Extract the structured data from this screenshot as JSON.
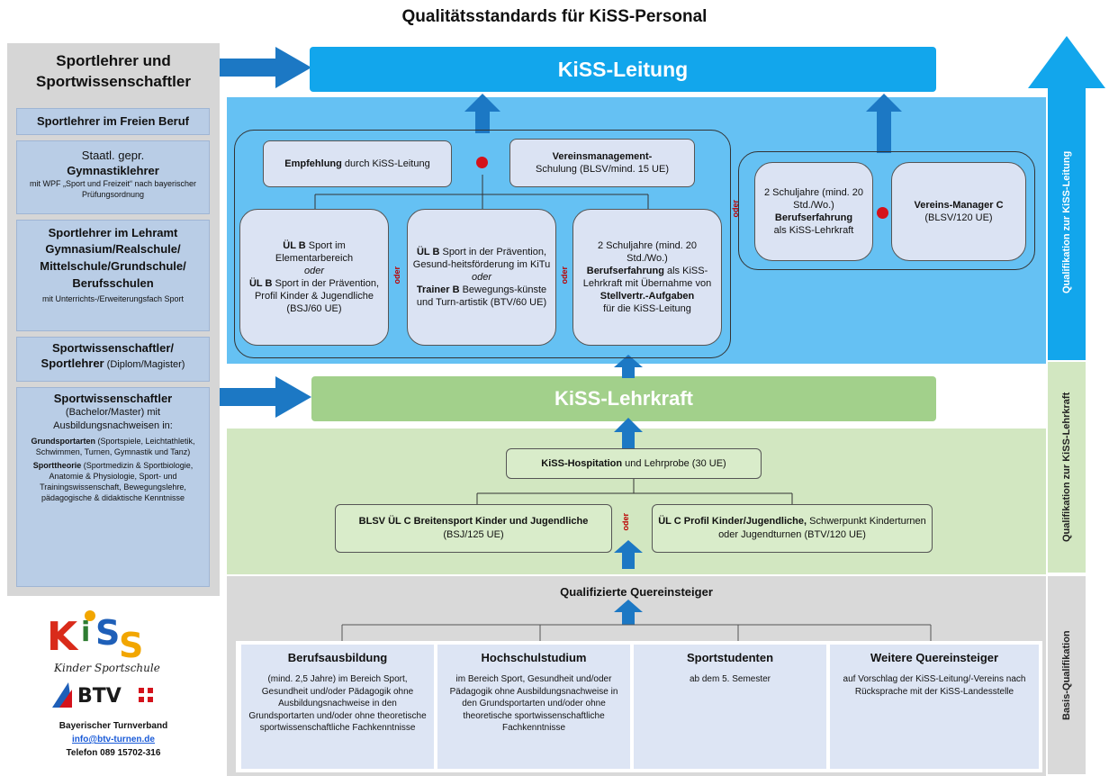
{
  "title": "Qualitätsstandards für KiSS-Personal",
  "left": {
    "heading": "Sportlehrer und Sportwissenschaftler",
    "box1": "Sportlehrer im Freien Beruf",
    "box2": {
      "l1": "Staatl. gepr.",
      "l2": "Gymnastiklehrer",
      "l3": "mit WPF „Sport und Freizeit“ nach bayerischer Prüfungsordnung"
    },
    "box3": {
      "l1": "Sportlehrer im Lehramt",
      "l2": "Gymnasium/Realschule/ Mittelschule/Grundschule/ Berufsschulen",
      "l3": "mit Unterrichts-/Erweiterungsfach Sport"
    },
    "box4": {
      "l1": "Sportwissenschaftler/",
      "l2": "Sportlehrer",
      "l3": "(Diplom/Magister)"
    },
    "box5": {
      "l1": "Sportwissenschaftler",
      "l2": "(Bachelor/Master) mit Ausbildungsnachweisen in:",
      "l3a": "Grundsportarten",
      "l3b": "(Sportspiele, Leichtathletik, Schwimmen, Turnen, Gymnastik und Tanz)",
      "l4a": "Sporttheorie",
      "l4b": "(Sportmedizin & Sportbiologie, Anatomie & Physiologie, Sport- und Trainingswissenschaft, Bewegungslehre, pädagogische & didaktische Kenntnisse"
    }
  },
  "leitung": {
    "bar": "KiSS-Leitung",
    "empfehlung_b": "Empfehlung",
    "empfehlung_r": " durch KiSS-Leitung",
    "verein_b": "Vereinsmanagement-",
    "verein_r": "Schulung (BLSV/mind. 15 UE)",
    "c1": {
      "a": "ÜL B",
      "b": " Sport im Elementarbereich",
      "c": "oder",
      "d": "ÜL B",
      "e": " Sport in der Prävention, Profil Kinder & Jugendliche",
      "f": "(BSJ/60 UE)"
    },
    "c2": {
      "a": "ÜL B",
      "b": " Sport in der Prävention, Gesund-heitsförderung im KiTu",
      "c": "oder",
      "d": "Trainer B",
      "e": " Bewegungs-künste und Turn-artistik (BTV/60 UE)"
    },
    "c3": {
      "a": "2 Schuljahre (mind. 20 Std./Wo.)",
      "b": "Berufserfahrung",
      "c": " als KiSS-Lehrkraft mit Übernahme von",
      "d": "Stellvertr.-Aufgaben",
      "e": "für die KiSS-Leitung"
    },
    "r1": {
      "a": "2 Schuljahre (mind. 20 Std./Wo.)",
      "b": "Berufserfahrung",
      "c": "als KiSS-Lehrkraft"
    },
    "r2": {
      "a": "Vereins-Manager C",
      "b": "(BLSV/120 UE)"
    },
    "oder": "oder"
  },
  "lehrkraft": {
    "bar": "KiSS-Lehrkraft",
    "hosp_b": "KiSS-Hospitation",
    "hosp_r": " und Lehrprobe (30 UE)",
    "g1": {
      "a": "BLSV ÜL C Breitensport Kinder und Jugendliche",
      "b": "(BSJ/125 UE)"
    },
    "g2": {
      "a": "ÜL C Profil Kinder/Jugendliche,",
      "b": " Schwerpunkt Kinderturnen oder Jugendturnen (BTV/120 UE)"
    },
    "oder": "oder"
  },
  "basis": {
    "title": "Qualifizierte Quereinsteiger",
    "cols": [
      {
        "t": "Berufsausbildung",
        "d": "(mind. 2,5 Jahre) im Bereich Sport, Gesundheit und/oder Pädagogik ohne Ausbildungsnachweise in den Grundsportarten und/oder ohne theoretische sportwissenschaftliche Fachkenntnisse"
      },
      {
        "t": "Hochschulstudium",
        "d": "im Bereich Sport, Gesundheit und/oder Pädagogik ohne Ausbildungsnachweise in den Grundsportarten und/oder ohne theoretische sportwissenschaftliche Fachkenntnisse"
      },
      {
        "t": "Sportstudenten",
        "d": "ab dem 5. Semester"
      },
      {
        "t": "Weitere Quereinsteiger",
        "d": "auf Vorschlag der KiSS-Leitung/-Vereins nach Rücksprache mit der KiSS-Landesstelle"
      }
    ]
  },
  "side": {
    "q_leitung": "Qualifikation zur KiSS-Leitung",
    "q_lehrkraft": "Qualifikation zur KiSS-Lehrkraft",
    "basis": "Basis-Qualifikation"
  },
  "logo": {
    "kiss": "KiSS",
    "kinder": "Kinder Sportschule",
    "btv": "BTV",
    "org": "Bayerischer Turnverband",
    "email": "info@btv-turnen.de",
    "phone": "Telefon 089 15702-316"
  },
  "colors": {
    "blue": "#12a6ec",
    "light_blue": "#65c1f3",
    "green": "#a2d08b",
    "arrow": "#1c78c4",
    "red_dot": "#d4121b"
  }
}
